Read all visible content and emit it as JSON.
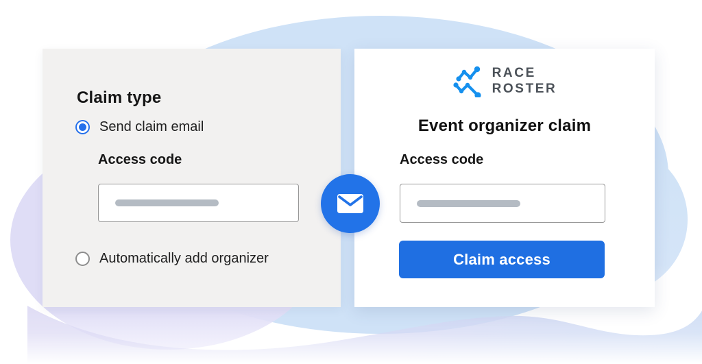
{
  "left_panel": {
    "title": "Claim type",
    "radios": [
      {
        "label": "Send claim email",
        "selected": true
      },
      {
        "label": "Automatically add organizer",
        "selected": false
      }
    ],
    "access_code_label": "Access code",
    "input": {
      "value": "",
      "placeholder_style": "redacted-pill"
    }
  },
  "right_panel": {
    "logo": {
      "icon": "race-roster-mark",
      "line1": "RACE",
      "line2": "ROSTER"
    },
    "title": "Event organizer claim",
    "access_code_label": "Access code",
    "input": {
      "value": "",
      "placeholder_style": "redacted-pill"
    },
    "button_label": "Claim access"
  },
  "connector": {
    "icon": "envelope-icon",
    "style": "dashed-line"
  },
  "colors": {
    "accent_radio": "#2570eb",
    "button_blue": "#1f6fe2",
    "envelope_circle_blue": "#2273e8",
    "brand_icon_blue": "#1590ee",
    "brand_text_slate": "#4b5158",
    "panel_gray": "#f2f1f0",
    "blob_blue": "#cfe2f7",
    "blob_lavender": "#dfddf6",
    "pill_gray": "#b4bbc3",
    "dash_gray": "#4a4a4a"
  }
}
